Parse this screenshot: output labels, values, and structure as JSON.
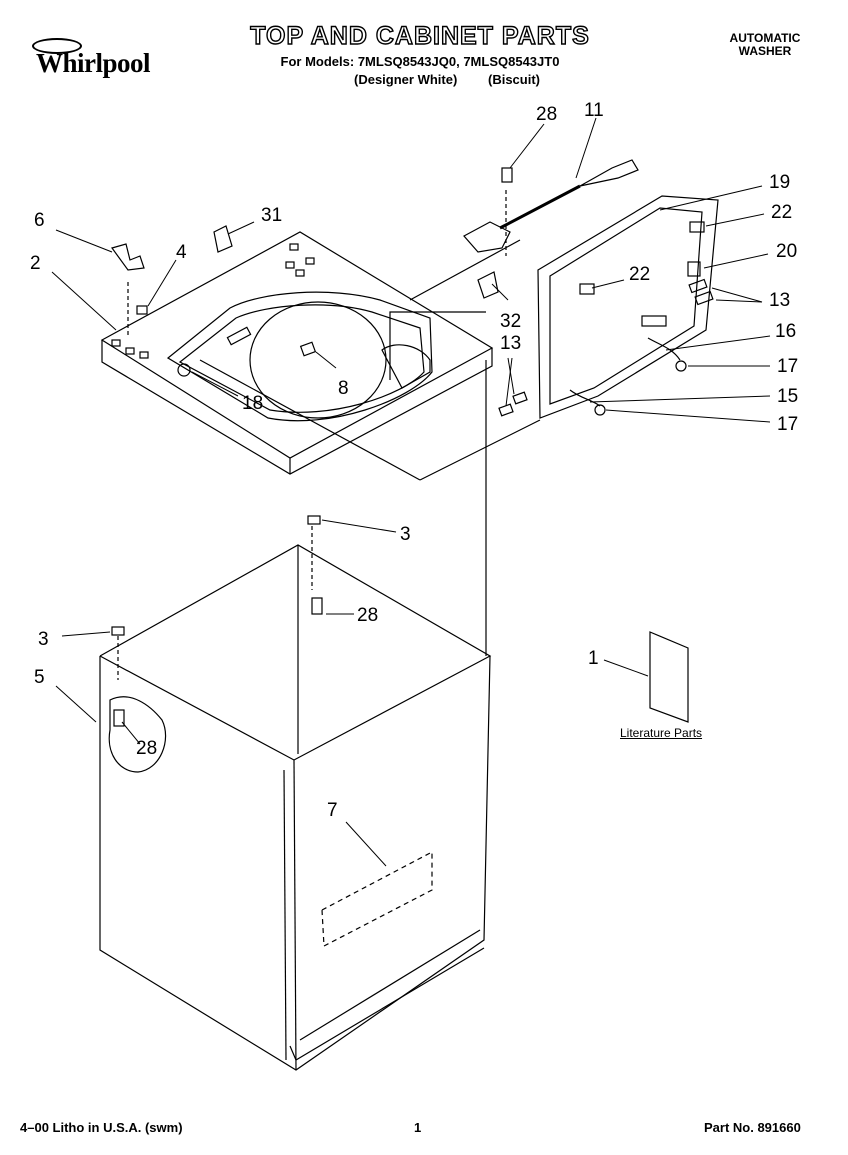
{
  "brand": {
    "name": "Whirlpool"
  },
  "header": {
    "title": "TOP AND CABINET PARTS",
    "models_line": "For Models: 7MLSQ8543JQ0, 7MLSQ8543JT0",
    "variant_1": "(Designer White)",
    "variant_2": "(Biscuit)",
    "product_line_1": "AUTOMATIC",
    "product_line_2": "WASHER"
  },
  "callouts": {
    "c28_top": "28",
    "c11": "11",
    "c19": "19",
    "c22_right": "22",
    "c6": "6",
    "c31": "31",
    "c22_mid": "22",
    "c20": "20",
    "c2": "2",
    "c4": "4",
    "c13_right": "13",
    "c32": "32",
    "c16": "16",
    "c13_left": "13",
    "c17_upper": "17",
    "c8": "8",
    "c15": "15",
    "c18": "18",
    "c17_lower": "17",
    "c3_top": "3",
    "c28_mid": "28",
    "c3_left": "3",
    "c5": "5",
    "c1": "1",
    "c28_low": "28",
    "c7": "7"
  },
  "literature_label": "Literature Parts",
  "footer": {
    "left": "4–00 Litho in U.S.A. (swm)",
    "page": "1",
    "part_no": "Part No. 891660"
  }
}
